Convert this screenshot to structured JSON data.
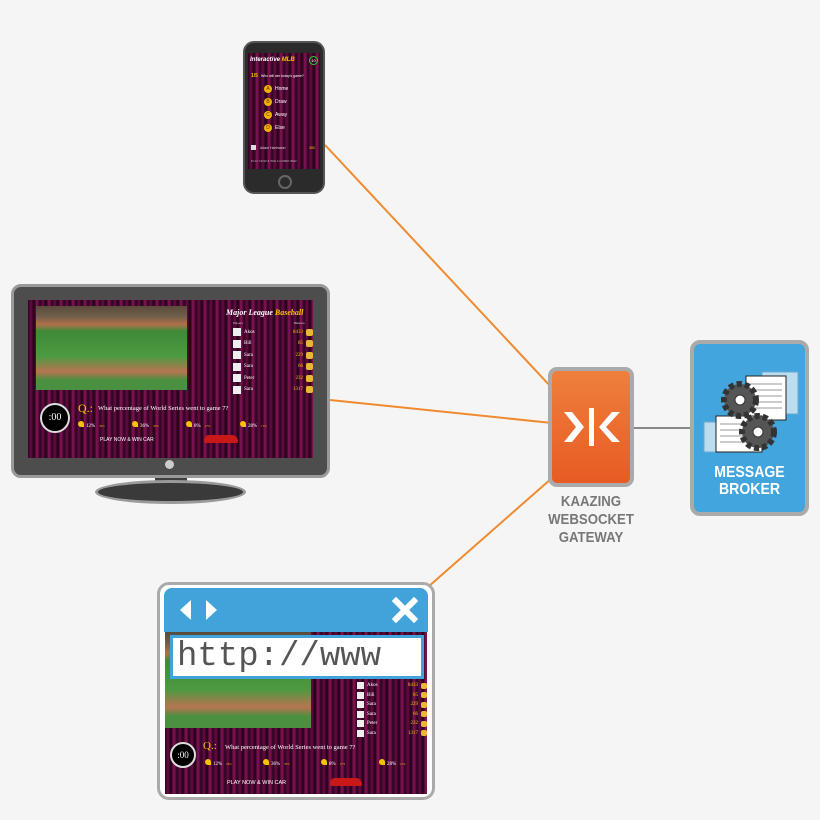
{
  "colors": {
    "connector": "#f08a30",
    "broker_link": "#888888",
    "gateway": "#e96a2e",
    "broker": "#42a5dd",
    "browser_header": "#41a3d9"
  },
  "phone": {
    "title_a": "Interactive",
    "title_b": "MLB",
    "timer": "10",
    "question_num": "1/5",
    "question": "Who will win today's game?",
    "answers": [
      {
        "key": "A",
        "label": "Home"
      },
      {
        "key": "B",
        "label": "Draw"
      },
      {
        "key": "C",
        "label": "Away"
      },
      {
        "key": "D",
        "label": "Else"
      }
    ],
    "user": {
      "name": "Adam Hartmann",
      "score": "360"
    },
    "footer": "PLAY NOW & WIN A COMPUTER"
  },
  "game": {
    "title_a": "Major League",
    "title_b": "Baseball",
    "col_players": "Players",
    "col_balance": "Balance",
    "leaderboard": [
      {
        "name": "Akos",
        "score": "8433"
      },
      {
        "name": "Bill",
        "score": "85"
      },
      {
        "name": "Sara",
        "score": "229"
      },
      {
        "name": "Sara",
        "score": "66"
      },
      {
        "name": "Peter",
        "score": "232"
      },
      {
        "name": "Sara",
        "score": "1317"
      }
    ],
    "timer": ":00",
    "q_label": "Q.:",
    "question": "What percentage of World Series went to game 7?",
    "options": [
      {
        "value": "12%",
        "sub": "33%"
      },
      {
        "value": "36%",
        "sub": "33%"
      },
      {
        "value": "8%",
        "sub": "17%"
      },
      {
        "value": "28%",
        "sub": "17%"
      }
    ],
    "play": "PLAY NOW & WIN CAR"
  },
  "browser": {
    "url": "http://www",
    "back_icon": "chevron-left-icon",
    "forward_icon": "chevron-right-icon",
    "close_icon": "close-icon"
  },
  "gateway": {
    "label_lines": [
      "KAAZING",
      "WEBSOCKET",
      "GATEWAY"
    ],
    "logo": "kaazing-logo"
  },
  "broker": {
    "label_lines": [
      "MESSAGE",
      "BROKER"
    ],
    "icon": "gears-documents-icon"
  }
}
